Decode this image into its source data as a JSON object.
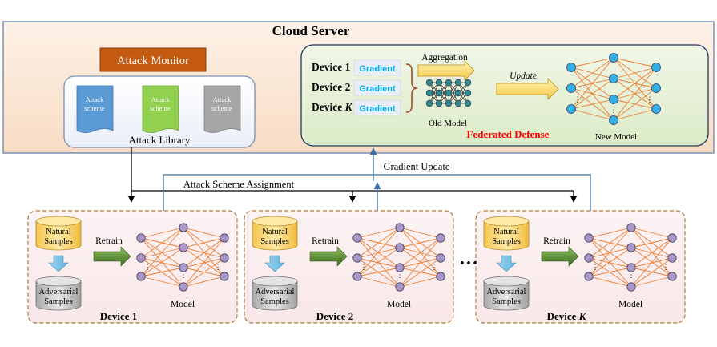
{
  "cloud": {
    "title": "Cloud Server",
    "attack_monitor": "Attack Monitor",
    "attack_library": "Attack Library",
    "scheme_line1": "Attack",
    "scheme_line2": "scheme"
  },
  "federated": {
    "device_1": "Device 1",
    "device_2": "Device 2",
    "device_k_prefix": "Device ",
    "device_k_var": "K",
    "gradient": "Gradient",
    "aggregation": "Aggregation",
    "update": "Update",
    "old_model": "Old Model",
    "new_model": "New Model",
    "defense_label": "Federated Defense"
  },
  "links": {
    "gradient_update": "Gradient Update",
    "attack_scheme_assignment": "Attack Scheme Assignment",
    "ellipsis": "…"
  },
  "device_panel": {
    "natural_1": "Natural",
    "natural_2": "Samples",
    "adversarial_1": "Adversarial",
    "adversarial_2": "Samples",
    "retrain": "Retrain",
    "model": "Model",
    "name_1": "Device 1",
    "name_2": "Device 2",
    "name_k_prefix": "Device ",
    "name_k_var": "K",
    "dots": "⋮"
  },
  "colors": {
    "cloud_fill": "#fbe9da",
    "cloud_border": "#7a92b4",
    "monitor_fill": "#c55a11",
    "gradient_text": "#00b0f0",
    "defense_text": "#ff0000",
    "neuron_purple": "#a997c8",
    "neuron_cyan": "#2fb0e6",
    "edge_orange": "#ed7d31",
    "scheme_blue": "#5b9bd5",
    "scheme_green": "#92d050",
    "scheme_gray": "#a6a6a6",
    "arrow_green": "#548235",
    "cylinder_yellow": "#ffe08a",
    "cylinder_gray": "#c9c9c9"
  }
}
